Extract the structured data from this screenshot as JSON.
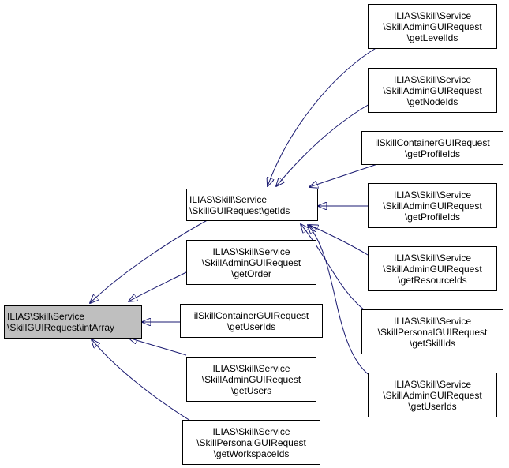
{
  "colors": {
    "edge": "#191970",
    "root_fill": "#bfbfbf",
    "node_fill": "#ffffff",
    "border": "#000000"
  },
  "nodes": {
    "root": {
      "lines": [
        "ILIAS\\Skill\\Service",
        "\\SkillGUIRequest\\intArray"
      ]
    },
    "getIds": {
      "lines": [
        "ILIAS\\Skill\\Service",
        "\\SkillGUIRequest\\getIds"
      ]
    },
    "getOrder": {
      "lines": [
        "ILIAS\\Skill\\Service",
        "\\SkillAdminGUIRequest",
        "\\getOrder"
      ]
    },
    "getUserIdsContainer": {
      "lines": [
        "ilSkillContainerGUIRequest",
        "\\getUserIds"
      ]
    },
    "getUsers": {
      "lines": [
        "ILIAS\\Skill\\Service",
        "\\SkillAdminGUIRequest",
        "\\getUsers"
      ]
    },
    "getWorkspaceIds": {
      "lines": [
        "ILIAS\\Skill\\Service",
        "\\SkillPersonalGUIRequest",
        "\\getWorkspaceIds"
      ]
    },
    "getLevelIds": {
      "lines": [
        "ILIAS\\Skill\\Service",
        "\\SkillAdminGUIRequest",
        "\\getLevelIds"
      ]
    },
    "getNodeIds": {
      "lines": [
        "ILIAS\\Skill\\Service",
        "\\SkillAdminGUIRequest",
        "\\getNodeIds"
      ]
    },
    "getProfileIdsContainer": {
      "lines": [
        "ilSkillContainerGUIRequest",
        "\\getProfileIds"
      ]
    },
    "getProfileIdsAdmin": {
      "lines": [
        "ILIAS\\Skill\\Service",
        "\\SkillAdminGUIRequest",
        "\\getProfileIds"
      ]
    },
    "getResourceIds": {
      "lines": [
        "ILIAS\\Skill\\Service",
        "\\SkillAdminGUIRequest",
        "\\getResourceIds"
      ]
    },
    "getSkillIds": {
      "lines": [
        "ILIAS\\Skill\\Service",
        "\\SkillPersonalGUIRequest",
        "\\getSkillIds"
      ]
    },
    "getUserIdsAdmin": {
      "lines": [
        "ILIAS\\Skill\\Service",
        "\\SkillAdminGUIRequest",
        "\\getUserIds"
      ]
    }
  },
  "edges": [
    {
      "from": "getIds",
      "to": "root"
    },
    {
      "from": "getOrder",
      "to": "root"
    },
    {
      "from": "getUserIdsContainer",
      "to": "root"
    },
    {
      "from": "getUsers",
      "to": "root"
    },
    {
      "from": "getWorkspaceIds",
      "to": "root"
    },
    {
      "from": "getLevelIds",
      "to": "getIds"
    },
    {
      "from": "getNodeIds",
      "to": "getIds"
    },
    {
      "from": "getProfileIdsContainer",
      "to": "getIds"
    },
    {
      "from": "getProfileIdsAdmin",
      "to": "getIds"
    },
    {
      "from": "getResourceIds",
      "to": "getIds"
    },
    {
      "from": "getSkillIds",
      "to": "getIds"
    },
    {
      "from": "getUserIdsAdmin",
      "to": "getIds"
    }
  ]
}
